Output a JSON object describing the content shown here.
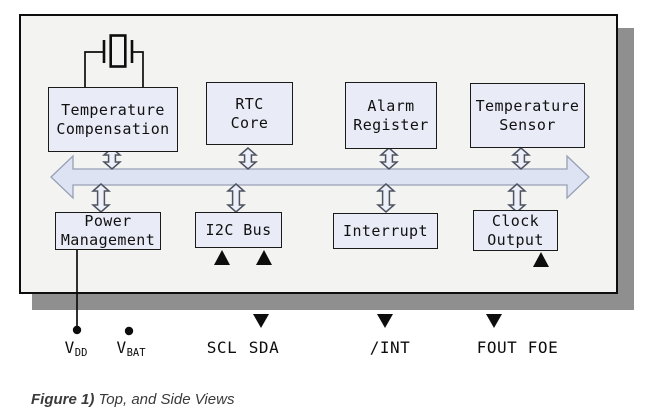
{
  "diagram": {
    "blocks": {
      "temp_comp": {
        "label": "Temperature\nCompensation"
      },
      "rtc_core": {
        "label": "RTC\nCore"
      },
      "alarm_register": {
        "label": "Alarm\nRegister"
      },
      "temp_sensor": {
        "label": "Temperature\nSensor"
      },
      "power_mgmt": {
        "label": "Power\nManagement"
      },
      "i2c_bus": {
        "label": "I2C Bus"
      },
      "interrupt": {
        "label": "Interrupt"
      },
      "clock_output": {
        "label": "Clock\nOutput"
      }
    },
    "pins": {
      "vdd": {
        "main": "V",
        "sub": "DD"
      },
      "vbat": {
        "main": "V",
        "sub": "BAT"
      },
      "scl": {
        "label": "SCL"
      },
      "sda": {
        "label": "SDA"
      },
      "int": {
        "label": "/INT"
      },
      "fout": {
        "label": "FOUT"
      },
      "foe": {
        "label": "FOE"
      }
    },
    "colors": {
      "chip_fill": "#f3f3f1",
      "block_fill": "#e9ebf6",
      "bus_fill": "#dde3f2",
      "bus_outline": "#98a0b5",
      "arrow_outline": "#4d5360",
      "shadow": "#8f8f8f"
    }
  },
  "caption": {
    "prefix": "Figure 1)",
    "text": " Top, and Side Views"
  }
}
